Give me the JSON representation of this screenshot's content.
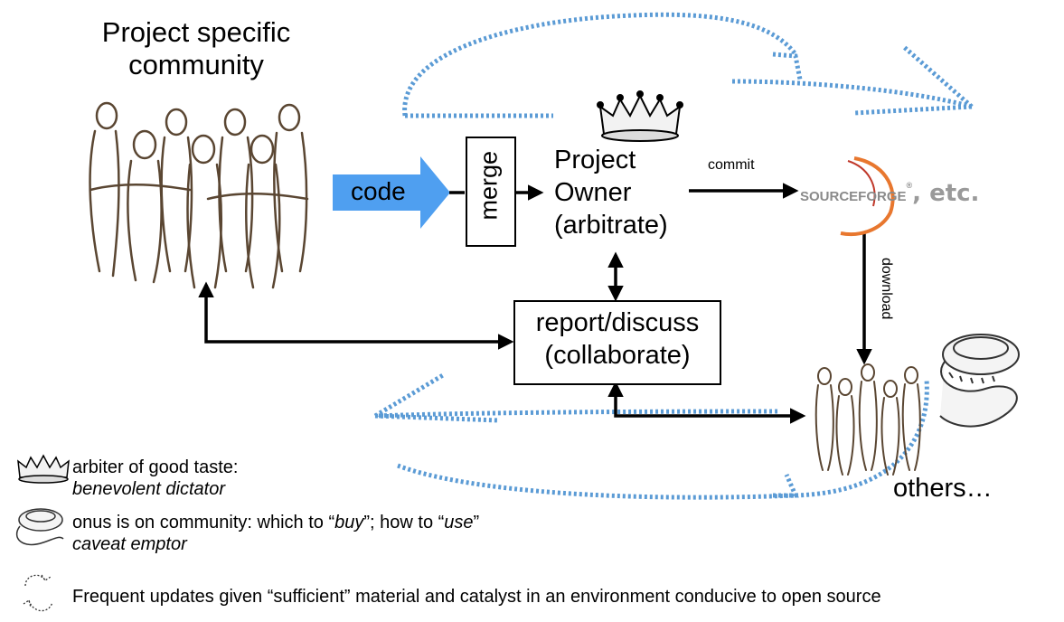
{
  "community": {
    "title_line1": "Project specific",
    "title_line2": "community"
  },
  "flow": {
    "code": "code",
    "merge": "merge"
  },
  "owner": {
    "line1": "Project",
    "line2": "Owner",
    "line3": "(arbitrate)"
  },
  "commit": "commit",
  "download": "download",
  "forge": {
    "logo_text": "SOURCEFORGE",
    "reg_mark": "®",
    "suffix": ", etc."
  },
  "report": {
    "line1": "report/discuss",
    "line2": "(collaborate)"
  },
  "others": "others…",
  "legend": {
    "crown_line1": "arbiter of good taste:",
    "crown_line2": "benevolent dictator",
    "tape_line1_a": "onus is on community: which to “",
    "tape_line1_b": "buy",
    "tape_line1_c": "”; how to “",
    "tape_line1_d": "use",
    "tape_line1_e": "”",
    "tape_line2": "caveat emptor",
    "cycle_text": "Frequent updates given “sufficient” material and catalyst in an environment conducive to open source"
  },
  "colors": {
    "dotted_arrow": "#5b9bd5",
    "code_arrow": "#4f9ff0",
    "forge_orange": "#e8772e",
    "forge_text": "#8a8a8a",
    "ink": "#5a4632"
  }
}
